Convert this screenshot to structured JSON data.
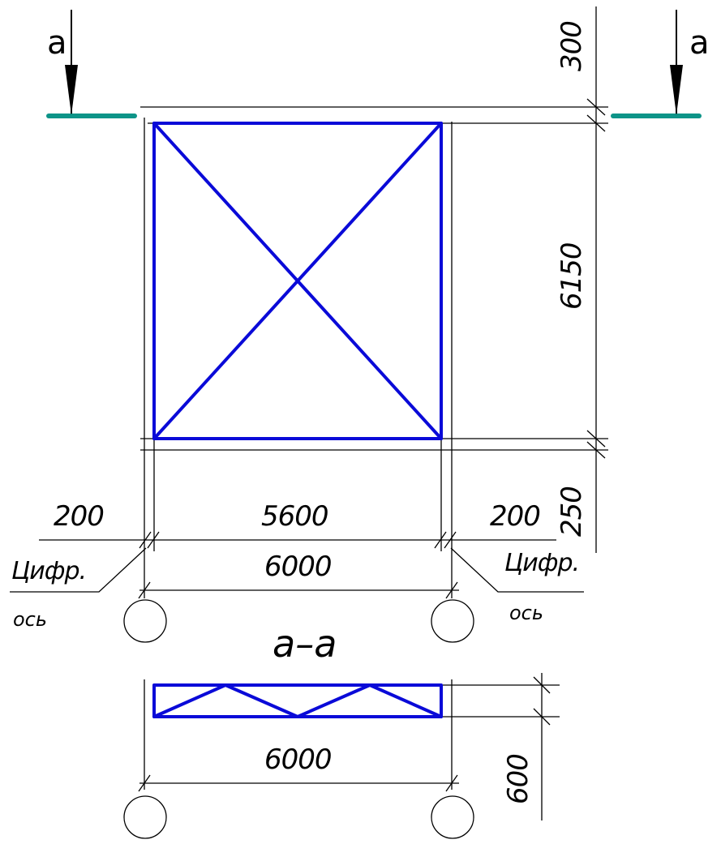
{
  "colors": {
    "structure": "#0a0ad8",
    "cut_line": "#0d9488",
    "dimension": "#000000"
  },
  "section_markers": {
    "left_letter": "a",
    "right_letter": "a"
  },
  "plan_dimensions": {
    "top_offset": "300",
    "height": "6150",
    "bottom_offset": "250",
    "left_edge": "200",
    "span_inner": "5600",
    "right_edge": "200",
    "span_axes": "6000"
  },
  "axis_labels": {
    "left_line1": "Цифр.",
    "left_line2": "ось",
    "right_line1": "Цифр.",
    "right_line2": "ось"
  },
  "section": {
    "title": "а–а",
    "span": "6000",
    "height": "600"
  }
}
